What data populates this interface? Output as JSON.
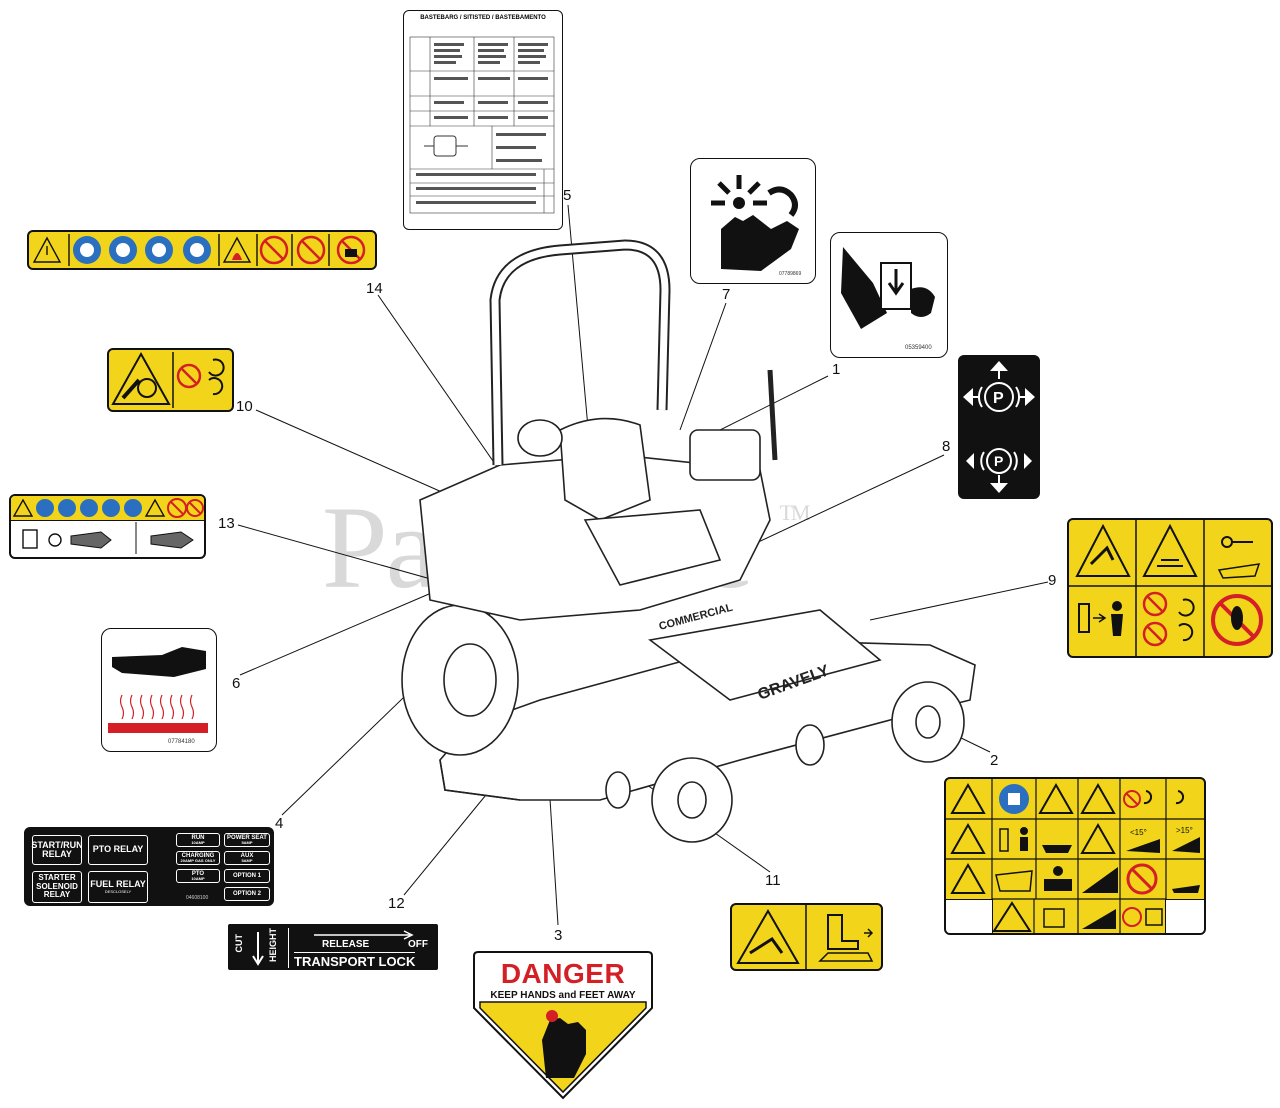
{
  "watermark": {
    "text": "PartsTree",
    "tm": "TM"
  },
  "callouts": [
    {
      "id": "c1",
      "text": "1"
    },
    {
      "id": "c2",
      "text": "2"
    },
    {
      "id": "c3",
      "text": "3"
    },
    {
      "id": "c4",
      "text": "4"
    },
    {
      "id": "c5",
      "text": "5"
    },
    {
      "id": "c6",
      "text": "6"
    },
    {
      "id": "c7",
      "text": "7"
    },
    {
      "id": "c8",
      "text": "8"
    },
    {
      "id": "c9",
      "text": "9"
    },
    {
      "id": "c10",
      "text": "10"
    },
    {
      "id": "c11",
      "text": "11"
    },
    {
      "id": "c12",
      "text": "12"
    },
    {
      "id": "c13",
      "text": "13"
    },
    {
      "id": "c14",
      "text": "14"
    }
  ],
  "decals": {
    "manual": {
      "header": "BASTEBARG / SITISTED / BASTEBAMENTO"
    },
    "hot_surface": {
      "part_no": "07784180"
    },
    "pinch": {
      "part_no": "05359400"
    },
    "entangle": {
      "part_no": "07789869"
    },
    "relay": {
      "start_run": "START/RUN RELAY",
      "pto": "PTO RELAY",
      "starter_solenoid": "STARTER SOLENOID RELAY",
      "fuel": "FUEL RELAY",
      "fuel_sub": "DESCLOSELY",
      "run": "RUN",
      "run_amp": "10AMP",
      "power_seat": "POWER SEAT",
      "power_seat_amp": "5AMP",
      "charging": "CHARGING",
      "charging_amp": "20AMP GAS ONLY",
      "aux": "AUX",
      "aux_amp": "5AMP",
      "pto_fuse": "PTO",
      "pto_fuse_amp": "10AMP",
      "option1": "OPTION 1",
      "option2": "OPTION 2",
      "part_no": "04608100"
    },
    "height": {
      "cut": "CUT",
      "height": "HEIGHT",
      "release": "RELEASE",
      "off": "OFF",
      "transport_lock": "TRANSPORT LOCK"
    },
    "danger": {
      "title": "DANGER",
      "subtitle": "KEEP HANDS and FEET AWAY"
    },
    "mower": {
      "brand": "GRAVELY",
      "model": "COMMERCIAL"
    },
    "slope": {
      "a": "<15°",
      "b": ">15°"
    }
  },
  "colors": {
    "yellow": "#f2d51b",
    "blue": "#2a6fc0",
    "red": "#d41f26",
    "black": "#111111"
  }
}
